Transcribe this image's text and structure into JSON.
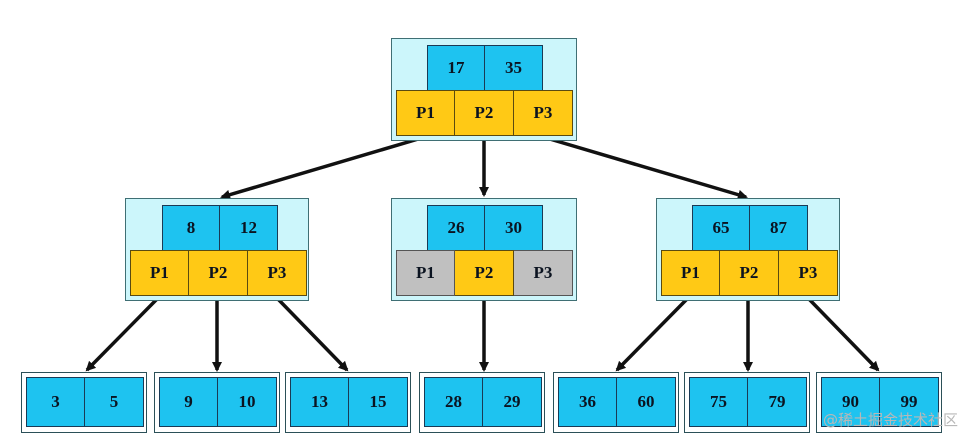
{
  "colors": {
    "key_fill": "#1ec3f0",
    "pointer_fill": "#ffc915",
    "null_pointer_fill": "#c0c0c0",
    "node_bg": "#ccf6fb",
    "arrow": "#111111"
  },
  "root": {
    "keys": [
      "17",
      "35"
    ],
    "pointers": [
      "P1",
      "P2",
      "P3"
    ]
  },
  "level1": [
    {
      "keys": [
        "8",
        "12"
      ],
      "pointers": [
        "P1",
        "P2",
        "P3"
      ]
    },
    {
      "keys": [
        "26",
        "30"
      ],
      "pointers": [
        "P1",
        "P2",
        "P3"
      ]
    },
    {
      "keys": [
        "65",
        "87"
      ],
      "pointers": [
        "P1",
        "P2",
        "P3"
      ]
    }
  ],
  "leaves": [
    {
      "keys": [
        "3",
        "5"
      ]
    },
    {
      "keys": [
        "9",
        "10"
      ]
    },
    {
      "keys": [
        "13",
        "15"
      ]
    },
    {
      "keys": [
        "28",
        "29"
      ]
    },
    {
      "keys": [
        "36",
        "60"
      ]
    },
    {
      "keys": [
        "75",
        "79"
      ]
    },
    {
      "keys": [
        "90",
        "99"
      ]
    }
  ],
  "watermark": "@稀土掘金技术社区"
}
